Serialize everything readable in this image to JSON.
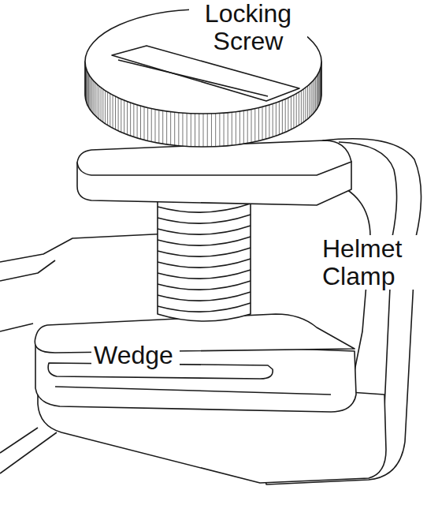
{
  "diagram": {
    "labels": [
      "Locking Screw",
      "Helmet Clamp",
      "Wedge"
    ]
  }
}
